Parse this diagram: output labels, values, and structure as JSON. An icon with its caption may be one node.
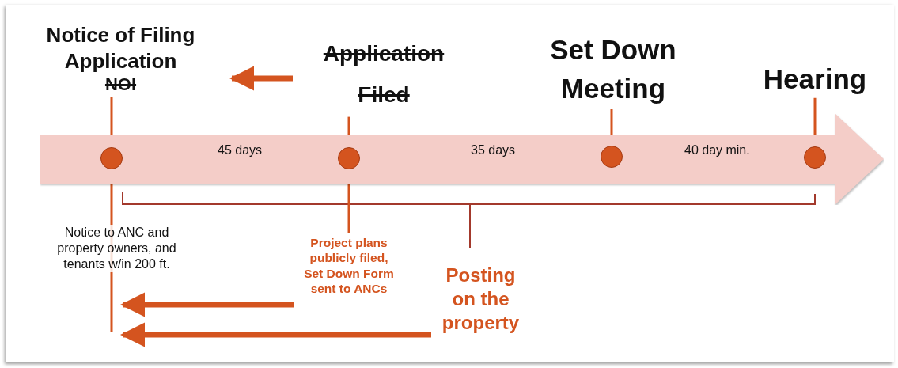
{
  "diagram": {
    "nodes": [
      {
        "text": [
          "Notice of Filing Application",
          "NOI"
        ]
      },
      {
        "text": [
          "Application Filed"
        ]
      },
      {
        "text": [
          "Set Down Meeting"
        ]
      },
      {
        "text": [
          "Hearing"
        ]
      },
      {
        "text": [
          "45 days",
          "35 days",
          "40 day min."
        ]
      },
      {
        "text": [],
        "shape": "circle",
        "in": 4
      },
      {
        "text": [],
        "shape": "circle",
        "in": 4
      },
      {
        "text": [],
        "shape": "circle",
        "in": 4
      },
      {
        "text": [],
        "shape": "circle",
        "in": 4
      },
      {
        "text": [
          "Notice to ANC and property owners, and tenants w/in 200 ft."
        ]
      },
      {
        "text": [
          "Project plans publicly filed, Set Down Form sent to ANCs"
        ]
      },
      {
        "text": [
          "Posting on the property"
        ]
      }
    ],
    "edges": [
      {
        "from": 1,
        "to": 0,
        "arrow": "to",
        "style": "thick"
      },
      {
        "from": 0,
        "to": 5,
        "arrow": "none"
      },
      {
        "from": 1,
        "to": 6,
        "arrow": "none"
      },
      {
        "from": 2,
        "to": 7,
        "arrow": "none"
      },
      {
        "from": 3,
        "to": 8,
        "arrow": "none"
      },
      {
        "from": 5,
        "to": null,
        "arrow": "none"
      },
      {
        "from": 6,
        "to": 10,
        "arrow": "none"
      },
      {
        "from": 10,
        "to": 9,
        "arrow": "to",
        "style": "thick"
      },
      {
        "from": 11,
        "to": 9,
        "arrow": "to",
        "style": "thick"
      }
    ]
  }
}
